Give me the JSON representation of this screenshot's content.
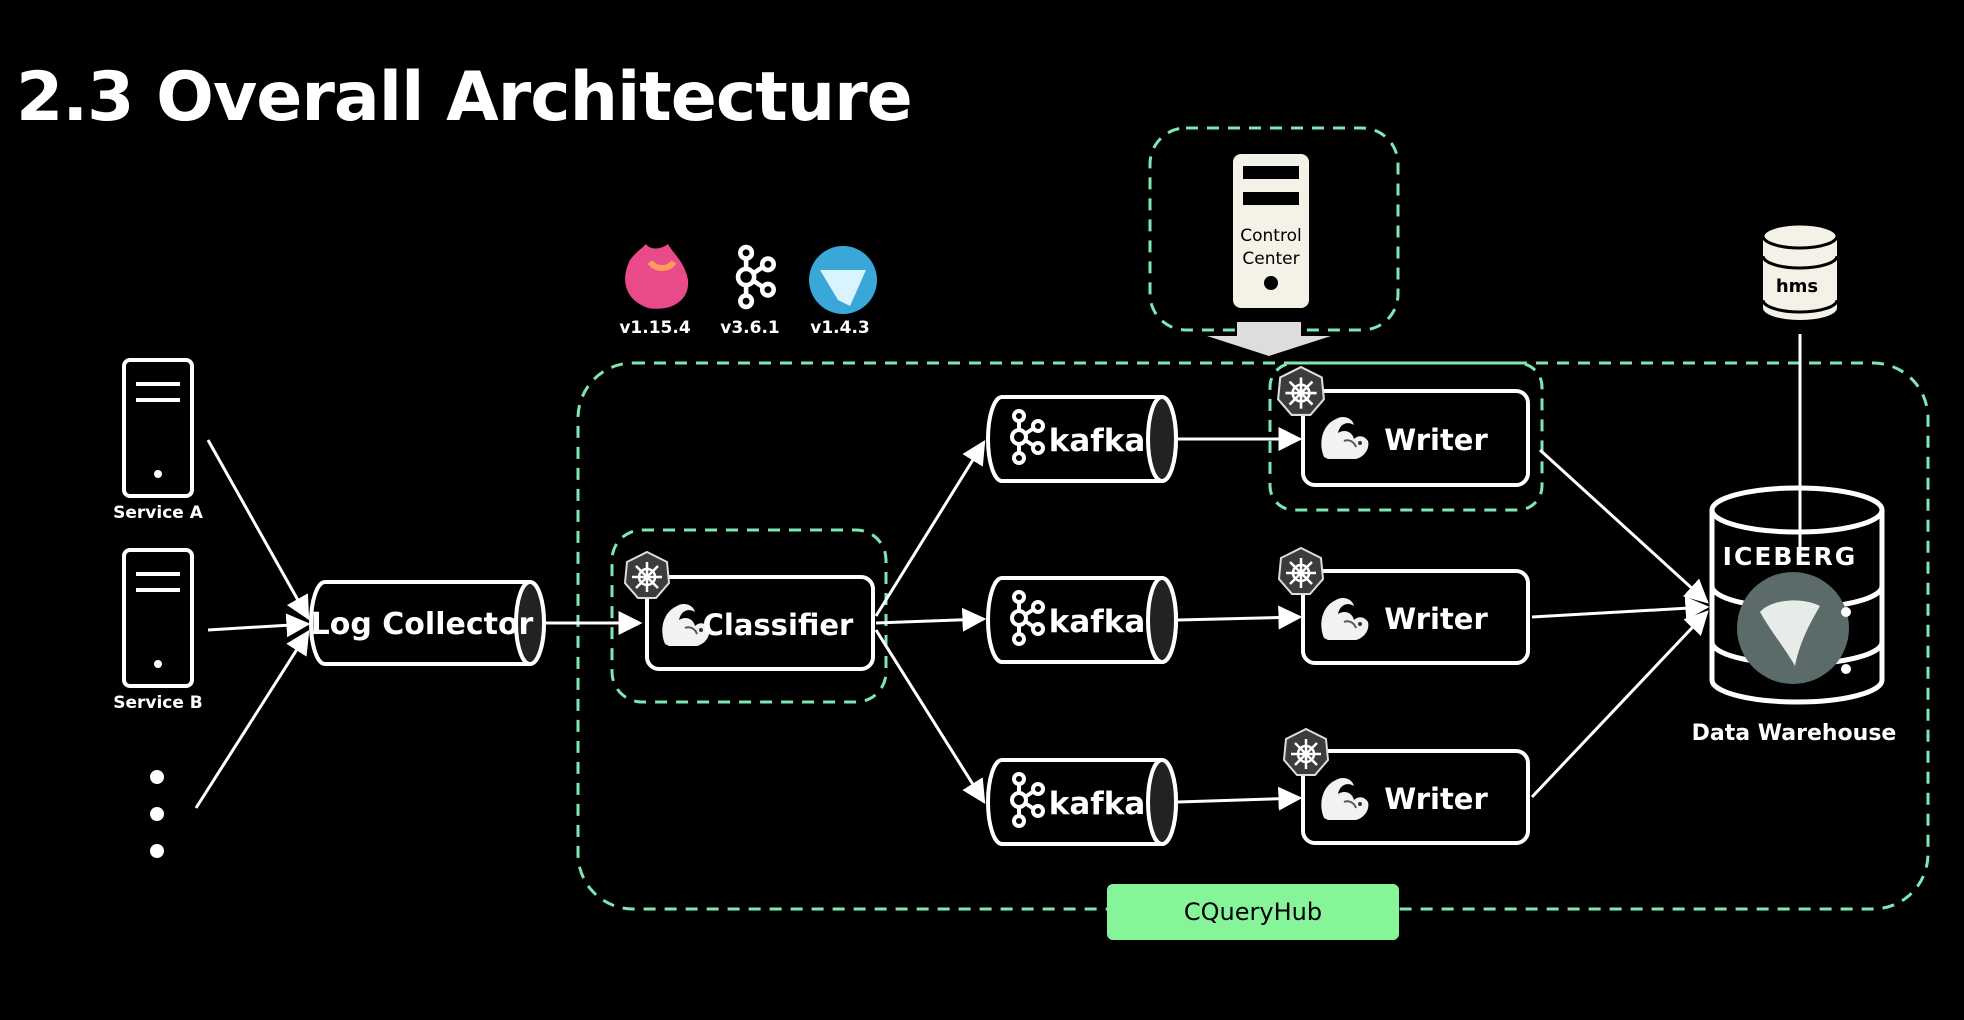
{
  "slide": {
    "title": "2.3 Overall Architecture"
  },
  "versions": {
    "flink": "v1.15.4",
    "kafka": "v3.6.1",
    "iceberg": "v1.4.3"
  },
  "services": {
    "a": "Service A",
    "b": "Service B"
  },
  "nodes": {
    "log_collector": "Log Collector",
    "classifier": "Classifier",
    "kafka": "kafka",
    "writer": "Writer",
    "control_center_line1": "Control",
    "control_center_line2": "Center",
    "hms": "hms",
    "iceberg": "ICEBERG",
    "data_warehouse": "Data Warehouse",
    "cqueryhub": "CQueryHub"
  },
  "colors": {
    "accent": "#7ee8b4",
    "badge_fill": "#86f59a",
    "stroke": "#ffffff",
    "background": "#000000"
  },
  "icons": [
    "server-icon",
    "kubernetes-icon",
    "kafka-icon",
    "flink-squirrel-icon",
    "database-icon",
    "iceberg-icon"
  ]
}
